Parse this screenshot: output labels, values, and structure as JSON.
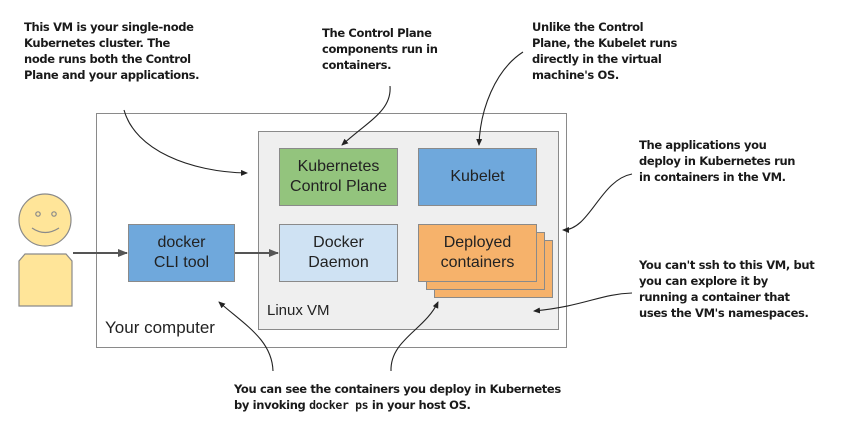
{
  "colors": {
    "control_plane": "#93c47d",
    "kubelet": "#6fa8dc",
    "docker_daemon": "#cfe2f3",
    "deployed_containers": "#f6b26b",
    "docker_cli": "#6fa8dc",
    "person": "#ffe599",
    "linux_vm_bg": "#efefef",
    "border": "#8a8a8a",
    "arrow": "#555555"
  },
  "frames": {
    "your_computer": "Your computer",
    "linux_vm": "Linux VM"
  },
  "components": {
    "control_plane": "Kubernetes\nControl Plane",
    "kubelet": "Kubelet",
    "docker_daemon": "Docker\nDaemon",
    "deployed_containers": "Deployed\ncontainers",
    "docker_cli": "docker\nCLI tool"
  },
  "actor": {
    "icon": "person-icon"
  },
  "notes": {
    "vm_cluster": "This VM is your single-node\nKubernetes cluster. The\nnode runs both the Control\nPlane and your applications.",
    "control_plane_containers": "The Control Plane\ncomponents run in\ncontainers.",
    "kubelet_os": "Unlike the Control\nPlane, the Kubelet runs\ndirectly in the virtual\nmachine's OS.",
    "apps_in_containers": "The applications you\ndeploy in Kubernetes run\nin containers in the VM.",
    "no_ssh": "You can't ssh to this VM, but\nyou can explore it by\nrunning a container that\nuses the VM's namespaces.",
    "docker_ps_line1": "You can see the containers you deploy in Kubernetes",
    "docker_ps_prefix": "by invoking ",
    "docker_ps_code": "docker ps",
    "docker_ps_suffix": " in your host OS."
  }
}
